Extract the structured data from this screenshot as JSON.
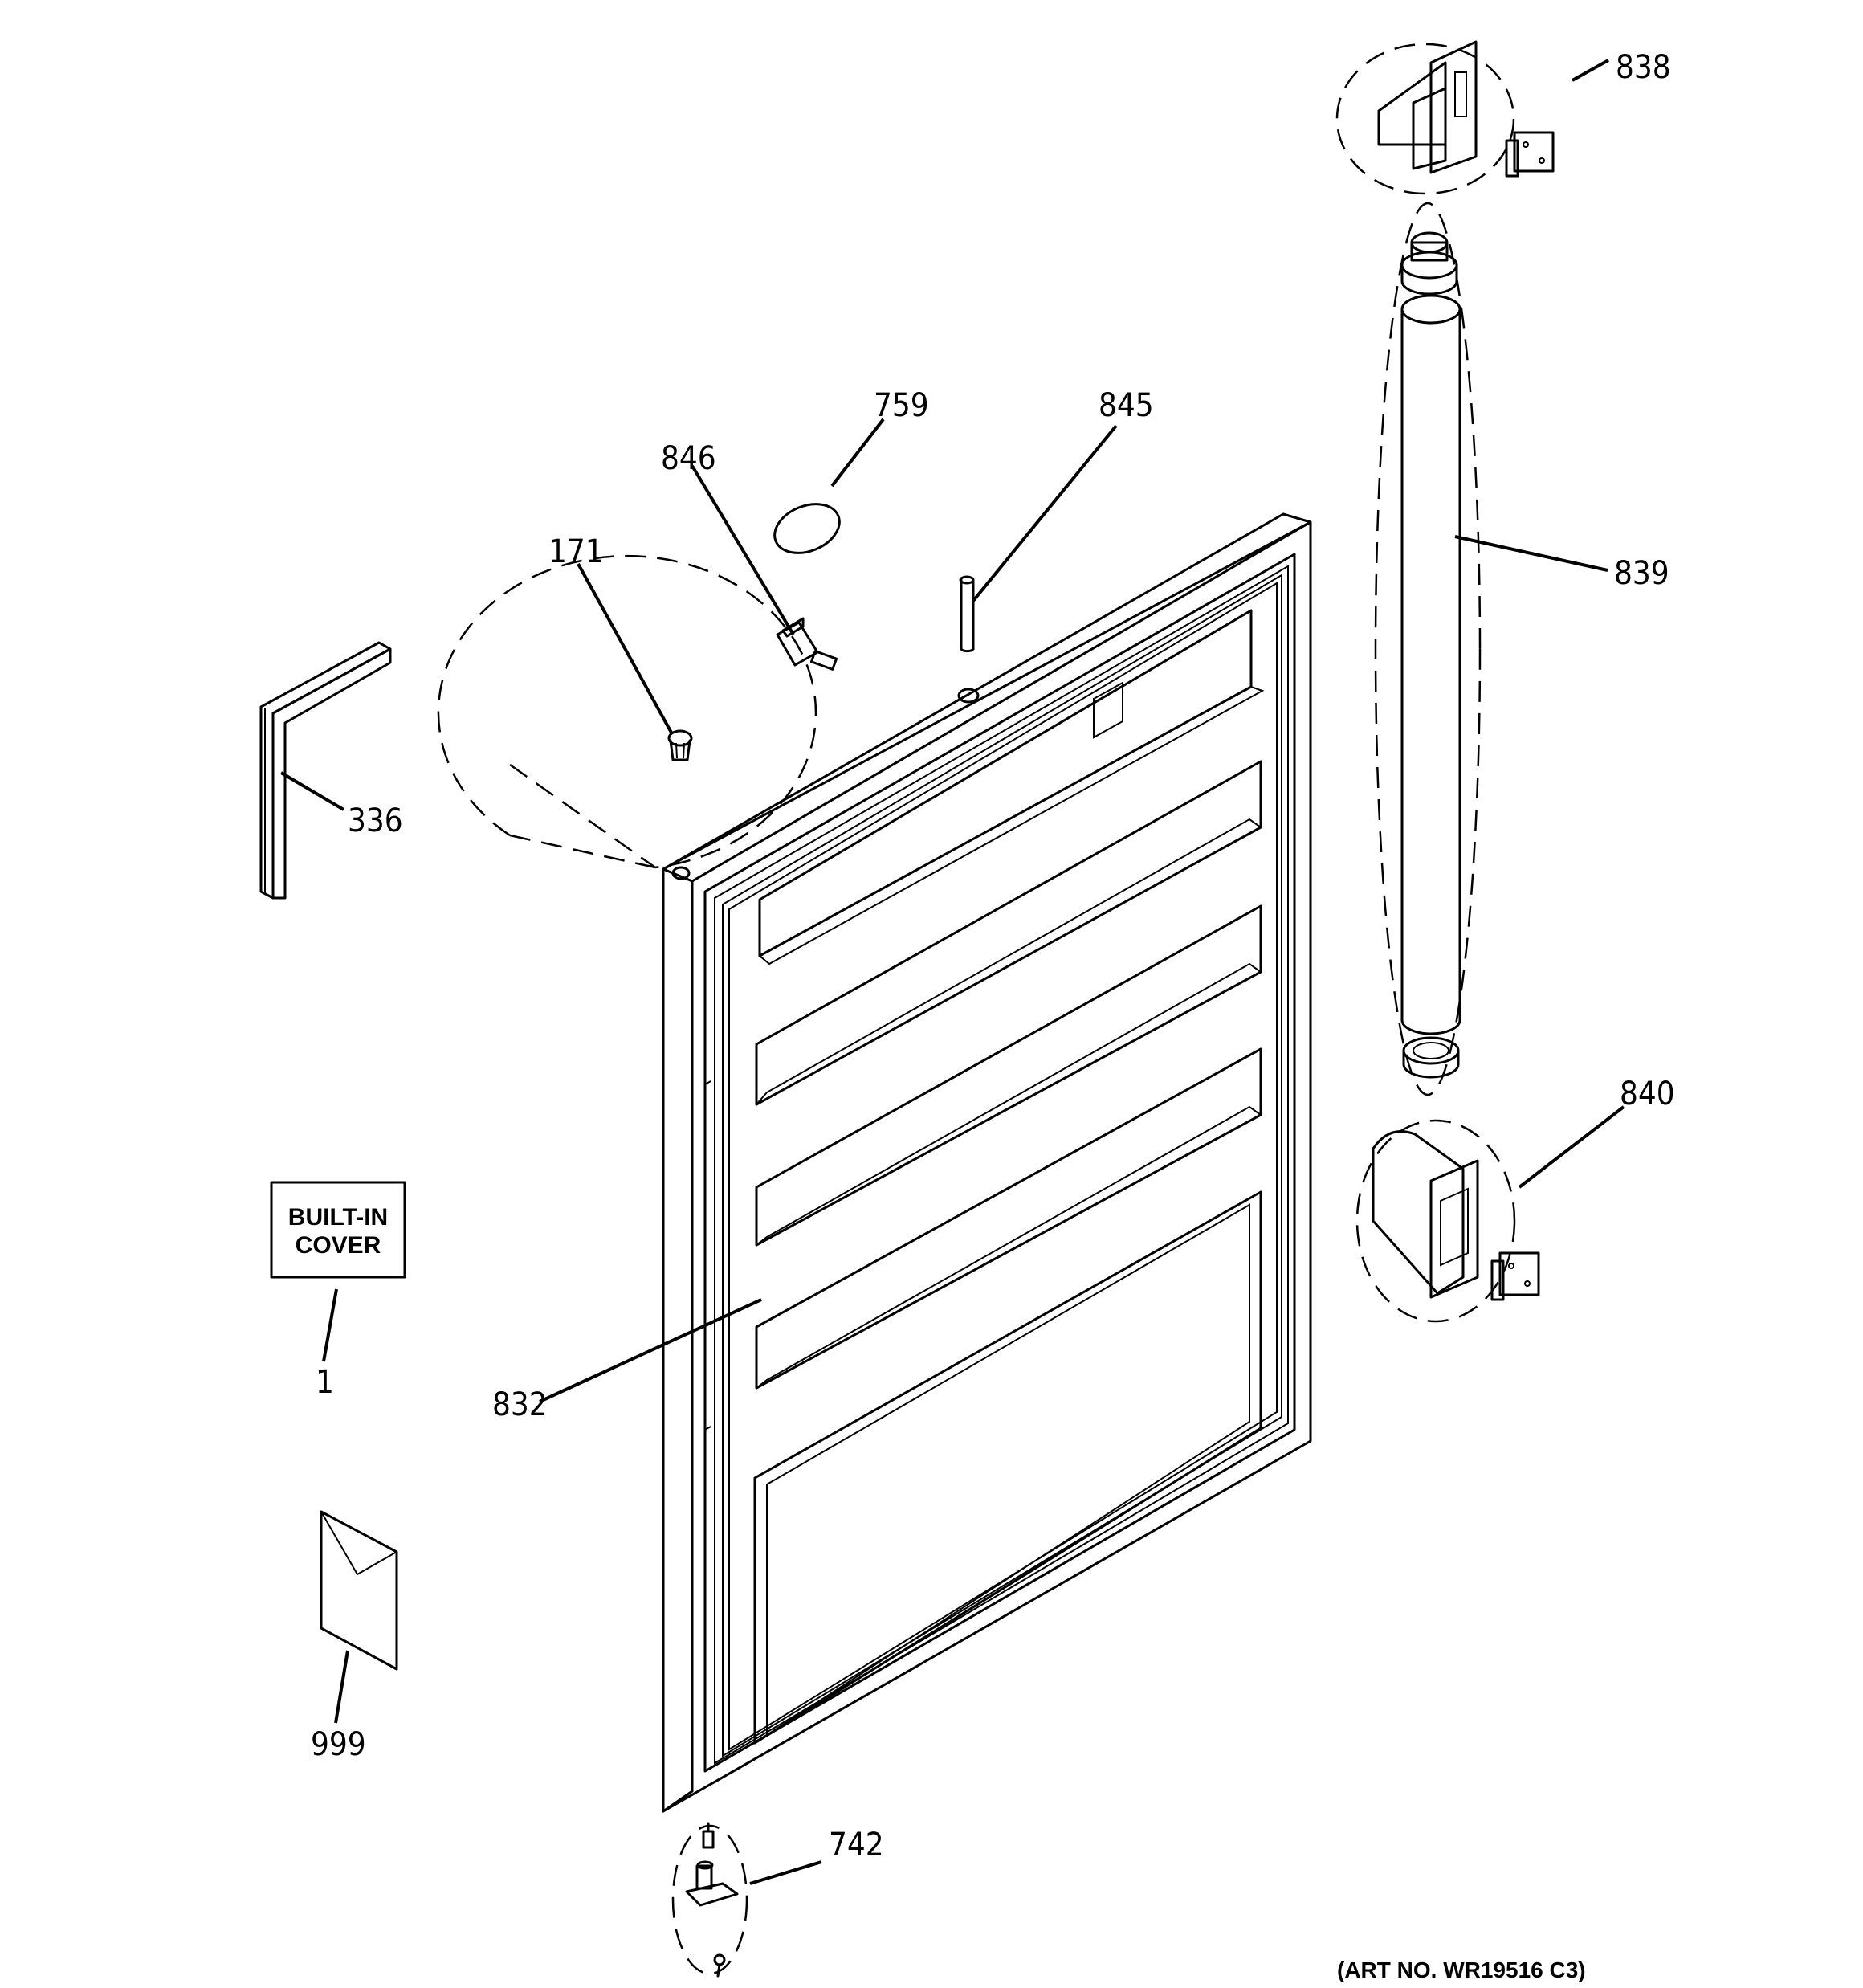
{
  "callouts": {
    "c838": "838",
    "c759": "759",
    "c845": "845",
    "c846": "846",
    "c171": "171",
    "c839": "839",
    "c336": "336",
    "c840": "840",
    "c1": "1",
    "c832": "832",
    "c999": "999",
    "c742": "742"
  },
  "label_box": {
    "line1": "BUILT-IN",
    "line2": "COVER"
  },
  "art_number": "(ART NO. WR19516 C3)"
}
